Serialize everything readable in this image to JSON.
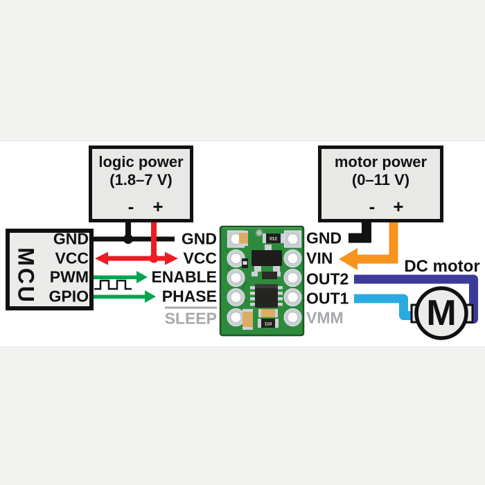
{
  "power_boxes": {
    "logic": {
      "title": "logic power",
      "range": "(1.8–7 V)",
      "minus": "-",
      "plus": "+"
    },
    "motor": {
      "title": "motor power",
      "range": "(0–11 V)",
      "minus": "-",
      "plus": "+"
    }
  },
  "mcu": {
    "label": "MCU",
    "pins": [
      "GND",
      "VCC",
      "PWM",
      "GPIO"
    ]
  },
  "board": {
    "left_pins": [
      "GND",
      "VCC",
      "ENABLE",
      "PHASE",
      "SLEEP"
    ],
    "right_pins": [
      "GND",
      "VIN",
      "OUT2",
      "OUT1",
      "VMM"
    ],
    "markings": {
      "top_resistor": "012",
      "bottom_resistor": "110"
    }
  },
  "motor": {
    "label": "DC motor",
    "symbol": "M"
  },
  "colors": {
    "ground_wire": "#111111",
    "vcc_wire": "#ec1c24",
    "signal_wire": "#00a551",
    "vin_wire": "#f7941e",
    "out2_wire": "#3d3b99",
    "out1_wire": "#29abe2",
    "disabled_pin": "#a7a9ac",
    "pcb_green": "#2e8b3d"
  }
}
